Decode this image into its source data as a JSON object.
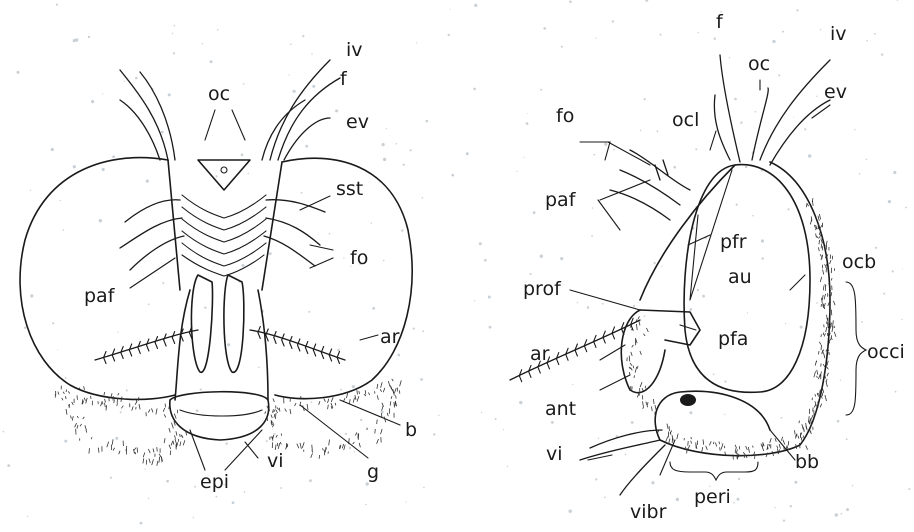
{
  "front_view": {
    "labels": {
      "iv": "iv",
      "f": "f",
      "ev": "ev",
      "oc": "oc",
      "sst": "sst",
      "fo": "fo",
      "paf": "paf",
      "ar": "ar",
      "b": "b",
      "g": "g",
      "vi": "vi",
      "epi": "epi"
    }
  },
  "side_view": {
    "labels": {
      "f": "f",
      "iv": "iv",
      "oc": "oc",
      "ev": "ev",
      "fo": "fo",
      "ocl": "ocl",
      "paf": "paf",
      "pfr": "pfr",
      "au": "au",
      "ocb": "ocb",
      "prof": "prof",
      "pfa": "pfa",
      "occi": "occi",
      "ar": "ar",
      "ant": "ant",
      "vi": "vi",
      "bb": "bb",
      "vibr": "vibr",
      "peri": "peri"
    }
  }
}
